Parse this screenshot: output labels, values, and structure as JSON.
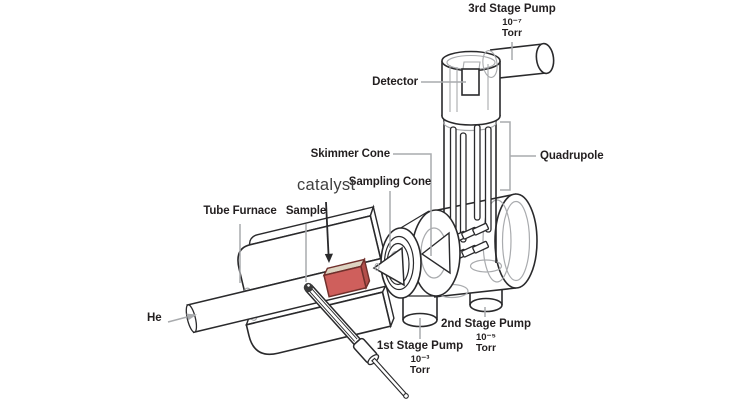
{
  "figure": {
    "background": "#ffffff",
    "ink_color": "#2a2a2c",
    "leader_color": "#a9abae",
    "catalyst_fill": "#cf5f5c"
  },
  "labels": {
    "third_stage_pump": {
      "name": "3rd Stage Pump",
      "pressure": "10⁻⁷",
      "unit": "Torr"
    },
    "detector": "Detector",
    "quadrupole": "Quadrupole",
    "skimmer_cone": "Skimmer Cone",
    "sampling_cone": "Sampling Cone",
    "catalyst": "catalyst",
    "tube_furnace": "Tube Furnace",
    "sample": "Sample",
    "helium": "He",
    "first_stage_pump": {
      "name": "1st Stage Pump",
      "pressure": "10⁻³",
      "unit": "Torr"
    },
    "second_stage_pump": {
      "name": "2nd Stage Pump",
      "pressure": "10⁻⁵",
      "unit": "Torr"
    }
  }
}
